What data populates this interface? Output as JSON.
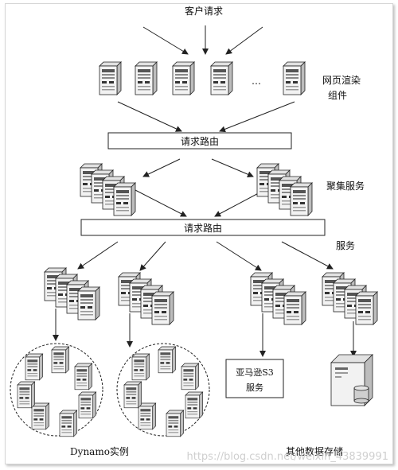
{
  "labels": {
    "client_request": "客户请求",
    "web_render_line1": "网页渲染",
    "web_render_line2": "组件",
    "ellipsis": "…",
    "request_router_1": "请求路由",
    "aggregation_service": "聚集服务",
    "request_router_2": "请求路由",
    "services": "服务",
    "s3_line1": "亚马逊S3",
    "s3_line2": "服务",
    "dynamo_instances": "Dynamo实例",
    "other_datastores": "其他数据存储",
    "watermark": "https://blog.csdn.net/weixin_43839991"
  },
  "colors": {
    "server_body": "#f0f0f0",
    "server_side": "#c9c9c9",
    "server_top": "#e2e2e2",
    "stroke": "#222222",
    "watermark": "#cfcfcf"
  },
  "icons": {
    "server": "server-tower-icon",
    "database": "database-cylinder-icon"
  }
}
